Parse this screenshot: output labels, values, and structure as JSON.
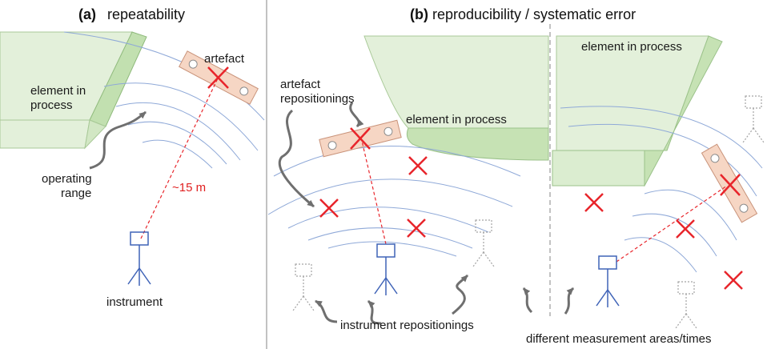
{
  "panel_a": {
    "tag": "(a)",
    "title": "repeatability",
    "labels": {
      "artefact": "artefact",
      "element_line1": "element in",
      "element_line2": "process",
      "operating_line1": "operating",
      "operating_line2": "range",
      "distance": "~15 m",
      "instrument": "instrument"
    }
  },
  "panel_b": {
    "tag": "(b)",
    "title": "reproducibility / systematic error",
    "labels": {
      "artefact_rep_line1": "artefact",
      "artefact_rep_line2": "repositionings",
      "element_in_process_left": "element in process",
      "element_in_process_right": "element in process",
      "instrument_repositionings": "instrument repositionings",
      "different_areas": "different measurement areas/times"
    }
  },
  "colors": {
    "green_fill": "#d6ebc9",
    "green_edge": "#9bc28a",
    "artefact_fill": "#f6d6c4",
    "artefact_edge": "#c9937a",
    "arc": "#8fa9d8",
    "instrument": "#3f63b7",
    "marker": "#e8252b",
    "ghost": "#a3a3a3",
    "divider": "#9a9a9a"
  }
}
